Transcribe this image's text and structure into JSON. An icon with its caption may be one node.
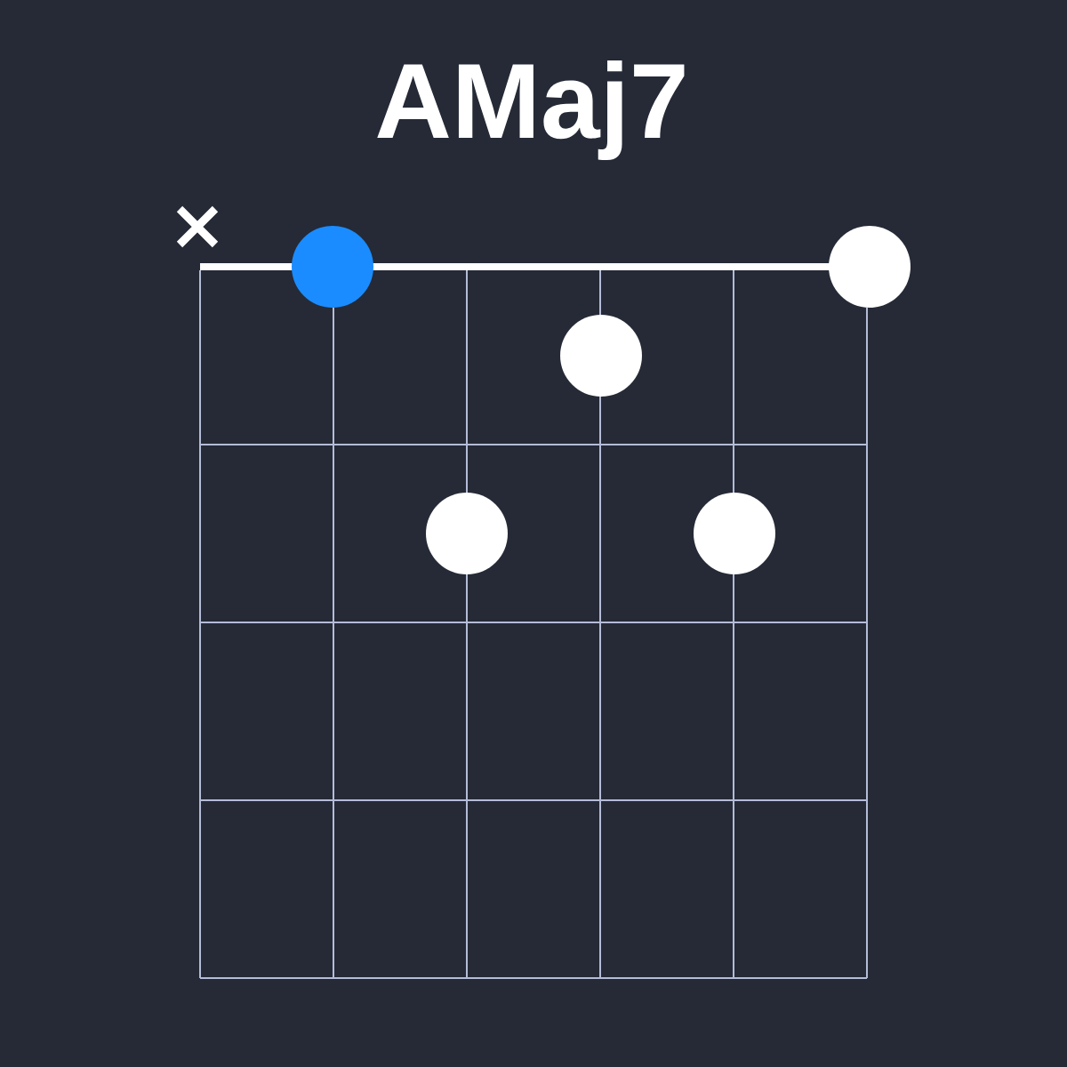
{
  "diagram": {
    "title": "AMaj7",
    "nodes": [
      {
        "text": [],
        "shape": "circle"
      },
      {
        "text": [],
        "shape": "circle"
      },
      {
        "text": [],
        "shape": "circle"
      },
      {
        "text": [],
        "shape": "circle"
      },
      {
        "text": [],
        "shape": "circle"
      }
    ]
  }
}
